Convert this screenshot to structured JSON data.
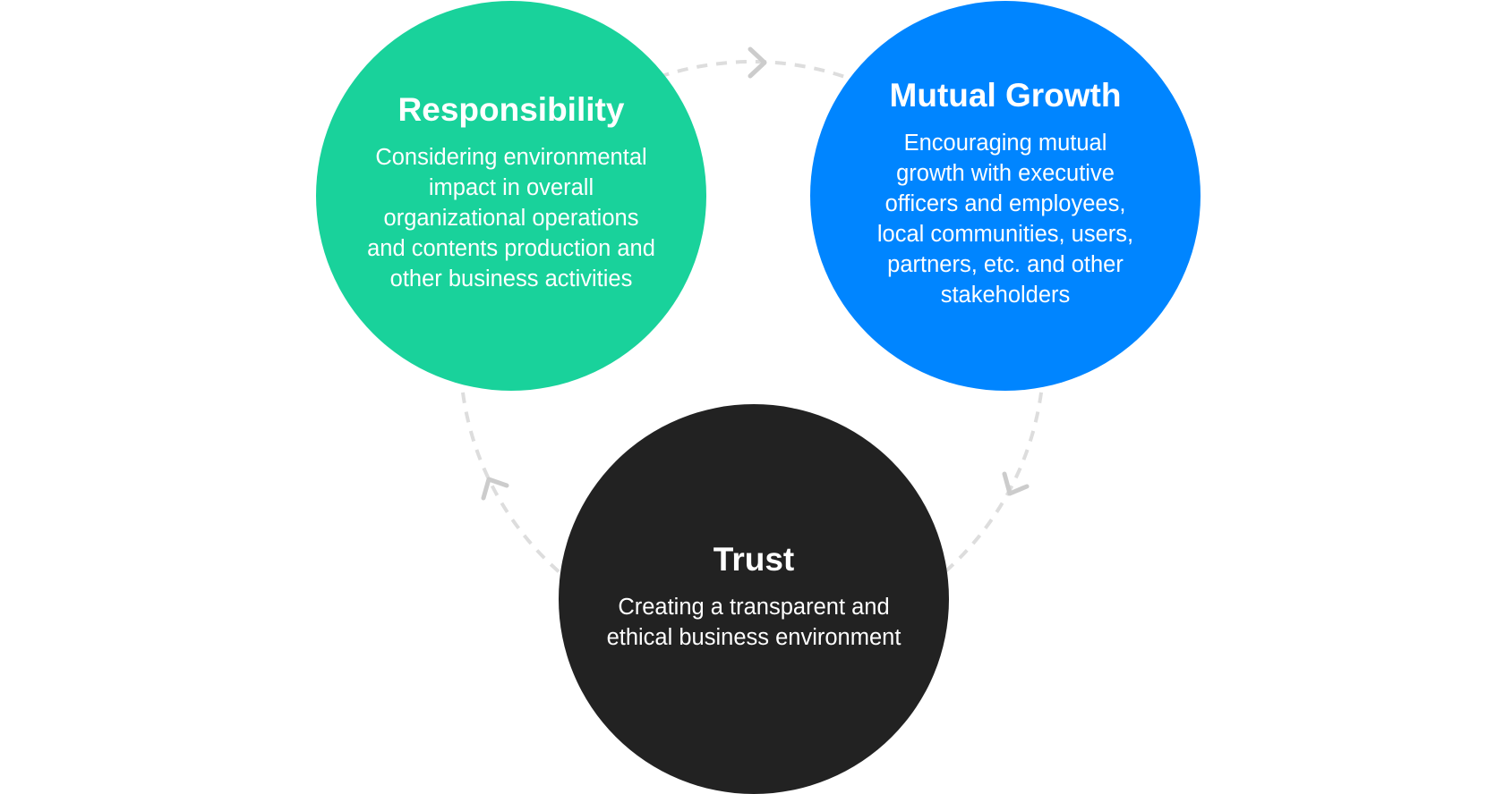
{
  "colors": {
    "responsibility": "#19d29b",
    "mutual_growth": "#0085ff",
    "trust": "#222222",
    "connector_dash": "#dddddd",
    "connector_arrow": "#cccccc"
  },
  "nodes": [
    {
      "id": "responsibility",
      "title": "Responsibility",
      "body_lines": [
        "Considering environmental",
        "impact in overall",
        "organizational operations",
        "and contents production and",
        "other business activities"
      ]
    },
    {
      "id": "mutual_growth",
      "title": "Mutual Growth",
      "body_lines": [
        "Encouraging mutual",
        "growth with executive",
        "officers and employees,",
        "local communities, users,",
        "partners, etc. and other",
        "stakeholders"
      ]
    },
    {
      "id": "trust",
      "title": "Trust",
      "body_lines": [
        "Creating a transparent and",
        "ethical business environment"
      ]
    }
  ],
  "connectors": [
    {
      "from": "Responsibility",
      "to": "Mutual Growth",
      "icon": "chevron-right-icon"
    },
    {
      "from": "Mutual Growth",
      "to": "Trust",
      "icon": "chevron-down-left-icon"
    },
    {
      "from": "Trust",
      "to": "Responsibility",
      "icon": "chevron-up-left-icon"
    }
  ]
}
